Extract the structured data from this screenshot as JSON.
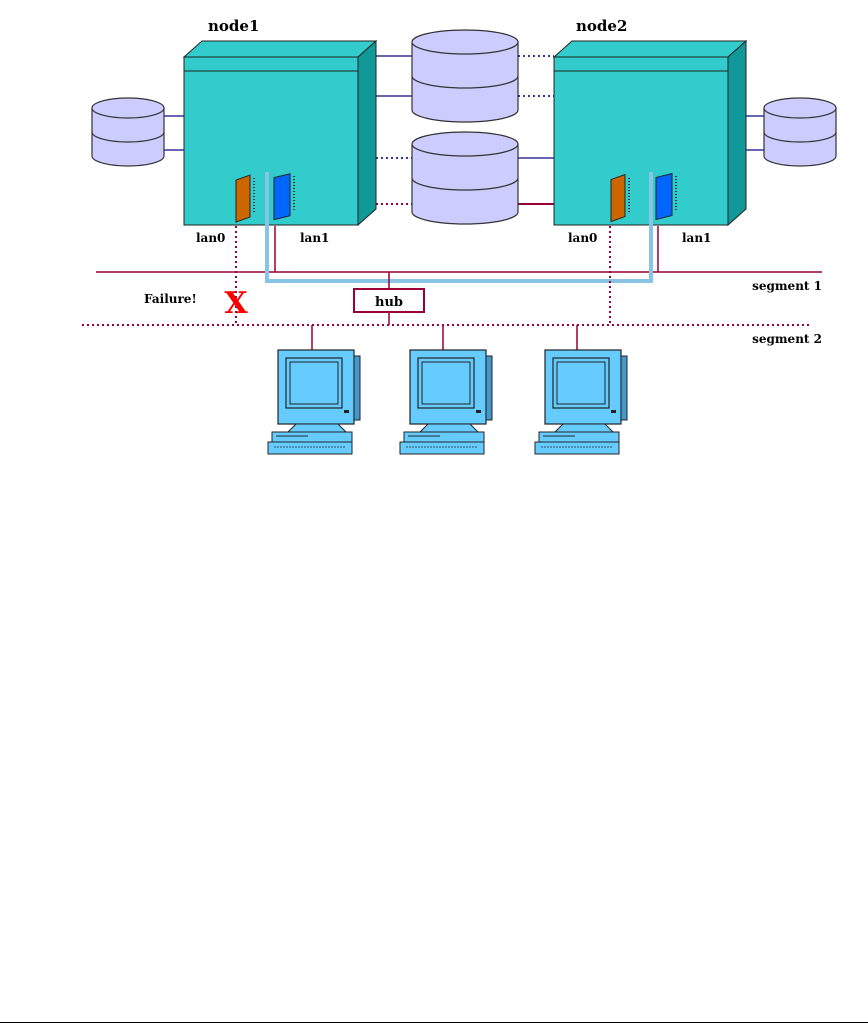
{
  "nodes": [
    {
      "label": "node1",
      "lan0_label": "lan0",
      "lan1_label": "lan1"
    },
    {
      "label": "node2",
      "lan0_label": "lan0",
      "lan1_label": "lan1"
    }
  ],
  "segments": {
    "seg1": "segment 1",
    "seg2": "segment 2"
  },
  "hub_label": "hub",
  "failure": {
    "label": "Failure!",
    "mark": "X"
  },
  "colors": {
    "server_face": "#33cccc",
    "server_side": "#119999",
    "disk_fill": "#ccccff",
    "segment_line": "#990033",
    "heartbeat_line": "#88c4e6",
    "disk_link": "#333399",
    "lan_card_primary": "#cc6600",
    "lan_card_standby": "#0066ff",
    "failure_mark": "#ff0000",
    "monitor_fill": "#66ccff"
  }
}
